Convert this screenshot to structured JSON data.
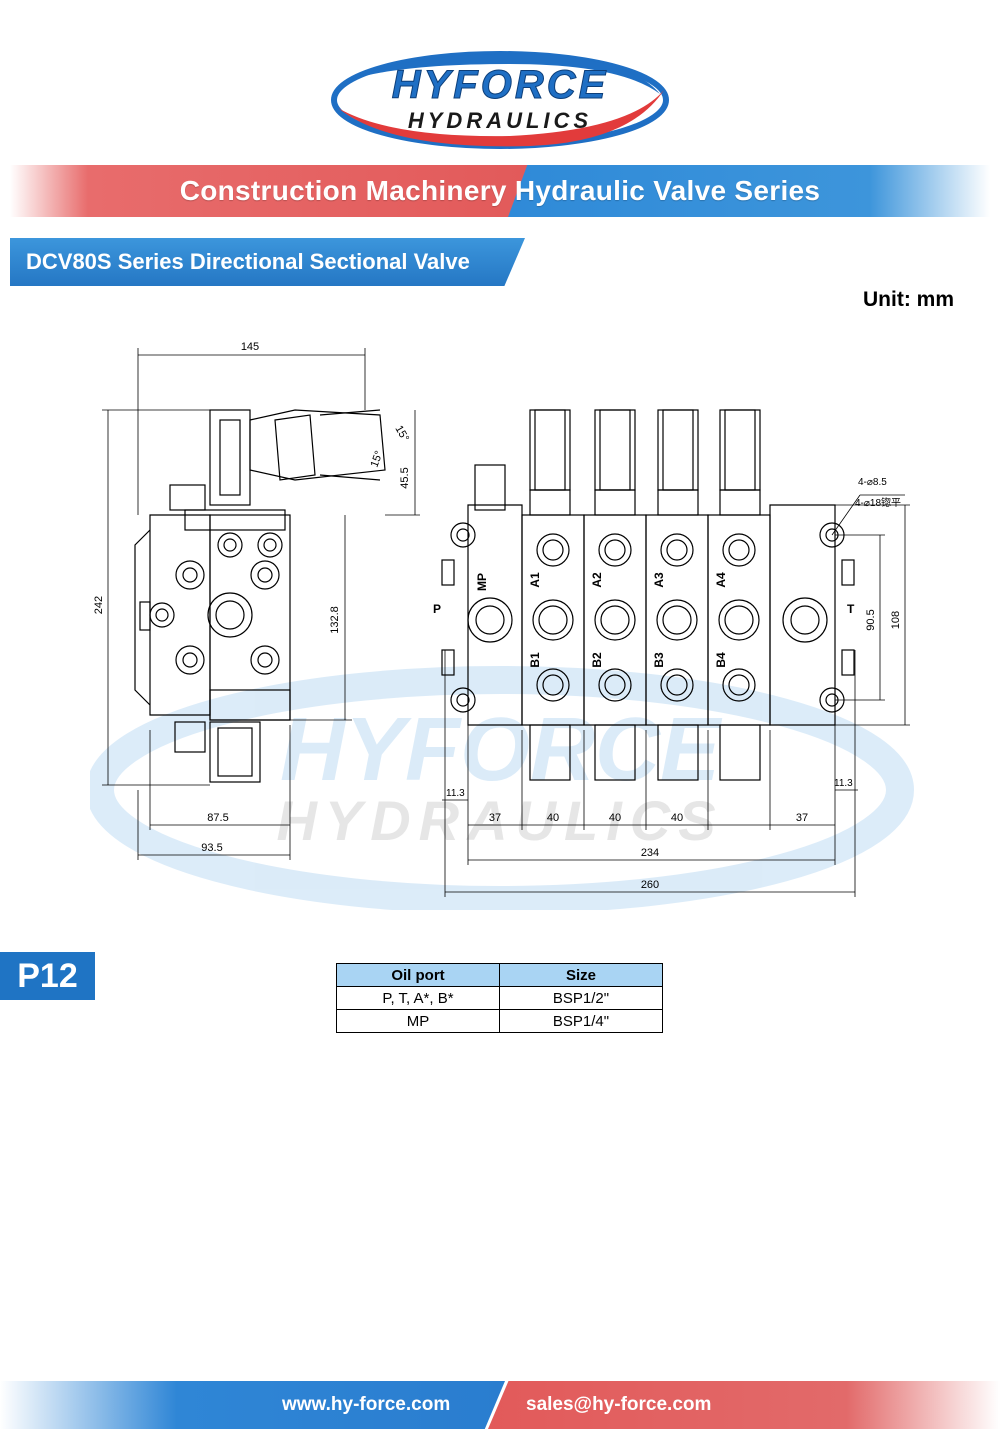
{
  "logo": {
    "line1": "HYFORCE",
    "line2": "HYDRAULICS"
  },
  "series_title": "Construction Machinery Hydraulic Valve Series",
  "product_title": "DCV80S Series Directional Sectional Valve",
  "unit": "Unit: mm",
  "drawing": {
    "side_dims": {
      "width": "145",
      "height": "242",
      "angle_top": "15°",
      "angle_bottom": "15°",
      "lever_height": "45.5",
      "body_height": "132.8",
      "depth_a": "87.5",
      "depth_b": "93.5"
    },
    "front_dims": {
      "pitch": [
        "37",
        "40",
        "40",
        "40",
        "37"
      ],
      "length_inner": "234",
      "length_total": "260",
      "edge_left": "11.3",
      "edge_right": "11.3",
      "mount_height": "90.5",
      "mount_height_outer": "108",
      "hole_a": "4-⌀8.5",
      "hole_b": "4-⌀18锪平"
    },
    "ports": {
      "p": "P",
      "t": "T",
      "mp": "MP",
      "a": [
        "A1",
        "A2",
        "A3",
        "A4"
      ],
      "b": [
        "B1",
        "B2",
        "B3",
        "B4"
      ]
    }
  },
  "page_tag": "P12",
  "table": {
    "headers": [
      "Oil port",
      "Size"
    ],
    "rows": [
      [
        "P, T, A*, B*",
        "BSP1/2\""
      ],
      [
        "MP",
        "BSP1/4\""
      ]
    ]
  },
  "footer": {
    "website": "www.hy-force.com",
    "email": "sales@hy-force.com"
  },
  "colors": {
    "brand_blue": "#1f74c4",
    "brand_red": "#e25a5a",
    "table_header": "#a9d4f3"
  }
}
